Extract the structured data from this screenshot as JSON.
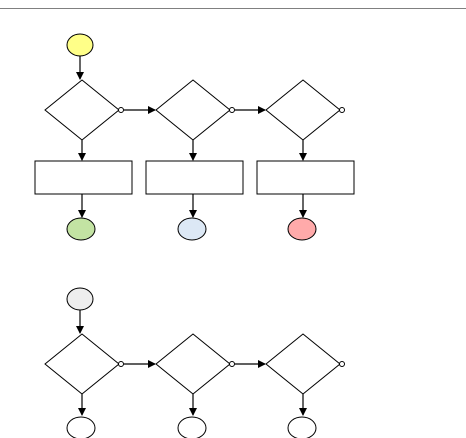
{
  "colors": {
    "stroke": "#000000",
    "rule": "#808080",
    "start_top": "#ffff88",
    "start_bottom": "#eeeeee",
    "end_green": "#c3e3a3",
    "end_blue": "#dce8f5",
    "end_red": "#ffaaaa",
    "end_plain": "#ffffff",
    "box_fill": "#ffffff",
    "diamond_fill": "#ffffff"
  },
  "diagram": {
    "flow_top": {
      "start_node": {
        "fill_key": "start_top"
      },
      "decisions": [
        {},
        {},
        {}
      ],
      "process_boxes": [
        {},
        {},
        {}
      ],
      "end_nodes": [
        {
          "fill_key": "end_green"
        },
        {
          "fill_key": "end_blue"
        },
        {
          "fill_key": "end_red"
        }
      ]
    },
    "flow_bottom": {
      "start_node": {
        "fill_key": "start_bottom"
      },
      "decisions": [
        {},
        {},
        {}
      ],
      "end_nodes": [
        {
          "fill_key": "end_plain"
        },
        {
          "fill_key": "end_plain"
        },
        {
          "fill_key": "end_plain"
        }
      ]
    }
  }
}
